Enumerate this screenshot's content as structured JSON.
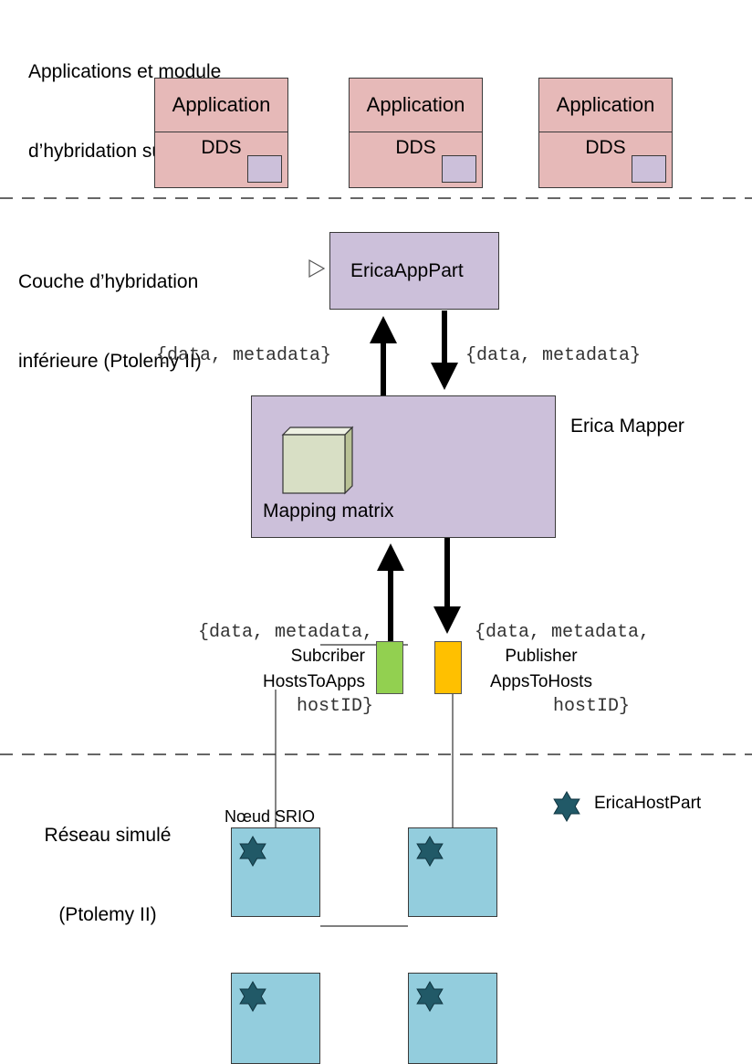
{
  "upper_layer": {
    "title_line1": "Applications et module",
    "title_line2": "d’hybridation supérieur",
    "apps": [
      {
        "app_label": "Application",
        "dds_label": "DDS"
      },
      {
        "app_label": "Application",
        "dds_label": "DDS"
      },
      {
        "app_label": "Application",
        "dds_label": "DDS"
      }
    ]
  },
  "lower_layer": {
    "title_line1": "Couche d’hybridation",
    "title_line2": "inférieure (Ptolemy II)",
    "app_part_label": "EricaAppPart",
    "mapper_label": "Erica Mapper",
    "matrix_label": "Mapping matrix",
    "flow_up_label": "{data, metadata}",
    "flow_down_label": "{data, metadata}",
    "flow_in_line1": "{data, metadata,",
    "flow_in_line2": "hostID}",
    "flow_out_line1": "{data, metadata,",
    "flow_out_line2": "hostID}",
    "subscriber_line1": "Subcriber",
    "subscriber_line2": "HostsToApps",
    "publisher_line1": "Publisher",
    "publisher_line2": "AppsToHosts"
  },
  "network": {
    "title_line1": "Réseau simulé",
    "title_line2": "(Ptolemy II)",
    "node_label": "Nœud SRIO",
    "legend_label": "EricaHostPart"
  },
  "colors": {
    "app_fill": "#e6b9b8",
    "purple_fill": "#ccc0da",
    "matrix_fill": "#d8dfc5",
    "subscriber_fill": "#92d050",
    "publisher_fill": "#ffc000",
    "node_fill": "#93cddd",
    "star_fill": "#215967"
  }
}
